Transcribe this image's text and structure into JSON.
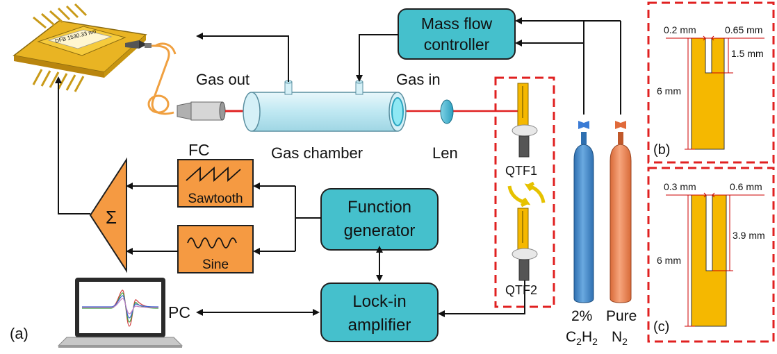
{
  "panel_labels": {
    "a": "(a)",
    "b": "(b)",
    "c": "(c)"
  },
  "laser": {
    "chip_text": "DFB 1530.33 nm"
  },
  "gas_chamber": {
    "label": "Gas chamber",
    "gas_out": "Gas out",
    "gas_in": "Gas in"
  },
  "mass_flow": {
    "line1": "Mass flow",
    "line2": "controller"
  },
  "lens": {
    "label": "Len"
  },
  "fc": {
    "label": "FC",
    "sawtooth": "Sawtooth",
    "sine": "Sine"
  },
  "sum": {
    "symbol": "Σ"
  },
  "function_generator": {
    "line1": "Function",
    "line2": "generator"
  },
  "lockin": {
    "line1": "Lock-in",
    "line2": "amplifier"
  },
  "pc": {
    "label": "PC"
  },
  "qtf": {
    "qtf1": "QTF1",
    "qtf2": "QTF2"
  },
  "cylinders": {
    "c2h2": {
      "pct": "2%",
      "formula": "C",
      "sub1": "2",
      "mid": "H",
      "sub2": "2"
    },
    "n2": {
      "line1": "Pure",
      "formula": "N",
      "sub": "2"
    }
  },
  "panel_b": {
    "gap": "0.2 mm",
    "width": "0.65 mm",
    "slot_depth": "1.5 mm",
    "height": "6 mm"
  },
  "panel_c": {
    "gap": "0.3 mm",
    "width": "0.6 mm",
    "slot_depth": "3.9 mm",
    "height": "6 mm"
  },
  "colors": {
    "box_teal": "#45c0cc",
    "box_orange": "#f59a42",
    "cylinder_blue": "#4a8fd0",
    "cylinder_orange": "#f08a5a",
    "dash_red": "#e02020",
    "qtf_gold": "#f5b800",
    "fiber": "#f0a040",
    "beam": "#e02020"
  }
}
